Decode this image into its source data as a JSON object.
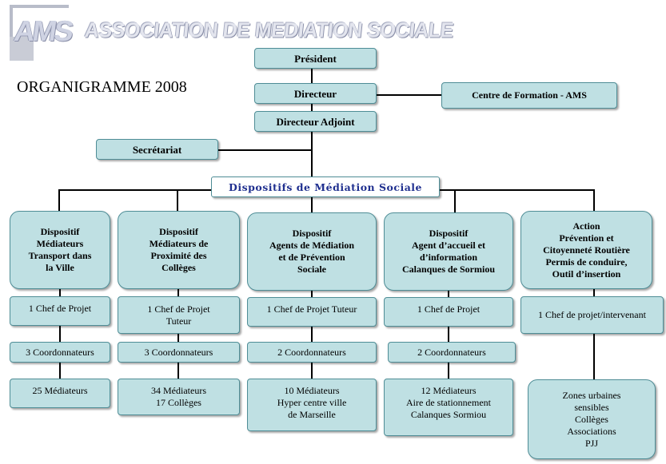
{
  "header": {
    "logo_text": "AMS",
    "association_name": "ASSOCIATION DE MEDIATION SOCIALE",
    "title": "ORGANIGRAMME 2008"
  },
  "top": {
    "president": "Président",
    "directeur": "Directeur",
    "centre_formation": "Centre de Formation -  AMS",
    "directeur_adjoint": "Directeur Adjoint",
    "secretariat": "Secrétariat",
    "dispositifs": "Dispositifs de Médiation Sociale"
  },
  "columns": [
    {
      "header": "Dispositif\nMédiateurs\nTransport dans\nla Ville",
      "chef": "1 Chef de Projet",
      "coord": "3 Coordonnateurs",
      "mediateurs": "25 Médiateurs"
    },
    {
      "header": "Dispositif\nMédiateurs de\nProximité des\nCollèges",
      "chef": "1 Chef de Projet\nTuteur",
      "coord": "3 Coordonnateurs",
      "mediateurs": "34 Médiateurs\n17 Collèges"
    },
    {
      "header": "Dispositif\nAgents de  Médiation\net de  Prévention\nSociale",
      "chef": "1 Chef de Projet Tuteur",
      "coord": "2 Coordonnateurs",
      "mediateurs": "10 Médiateurs\nHyper centre ville\nde Marseille"
    },
    {
      "header": "Dispositif\nAgent d’accueil et\nd’information\nCalanques de Sormiou",
      "chef": "1 Chef de Projet",
      "coord": "2 Coordonnateurs",
      "mediateurs": "12 Médiateurs\nAire de stationnement\nCalanques Sormiou"
    },
    {
      "header": "Action\nPrévention et\nCitoyenneté Routière\nPermis de conduire,\nOutil  d’insertion",
      "chef": "1 Chef de projet/intervenant",
      "zones": "Zones urbaines\nsensibles\nCollèges\nAssociations\nPJJ"
    }
  ]
}
